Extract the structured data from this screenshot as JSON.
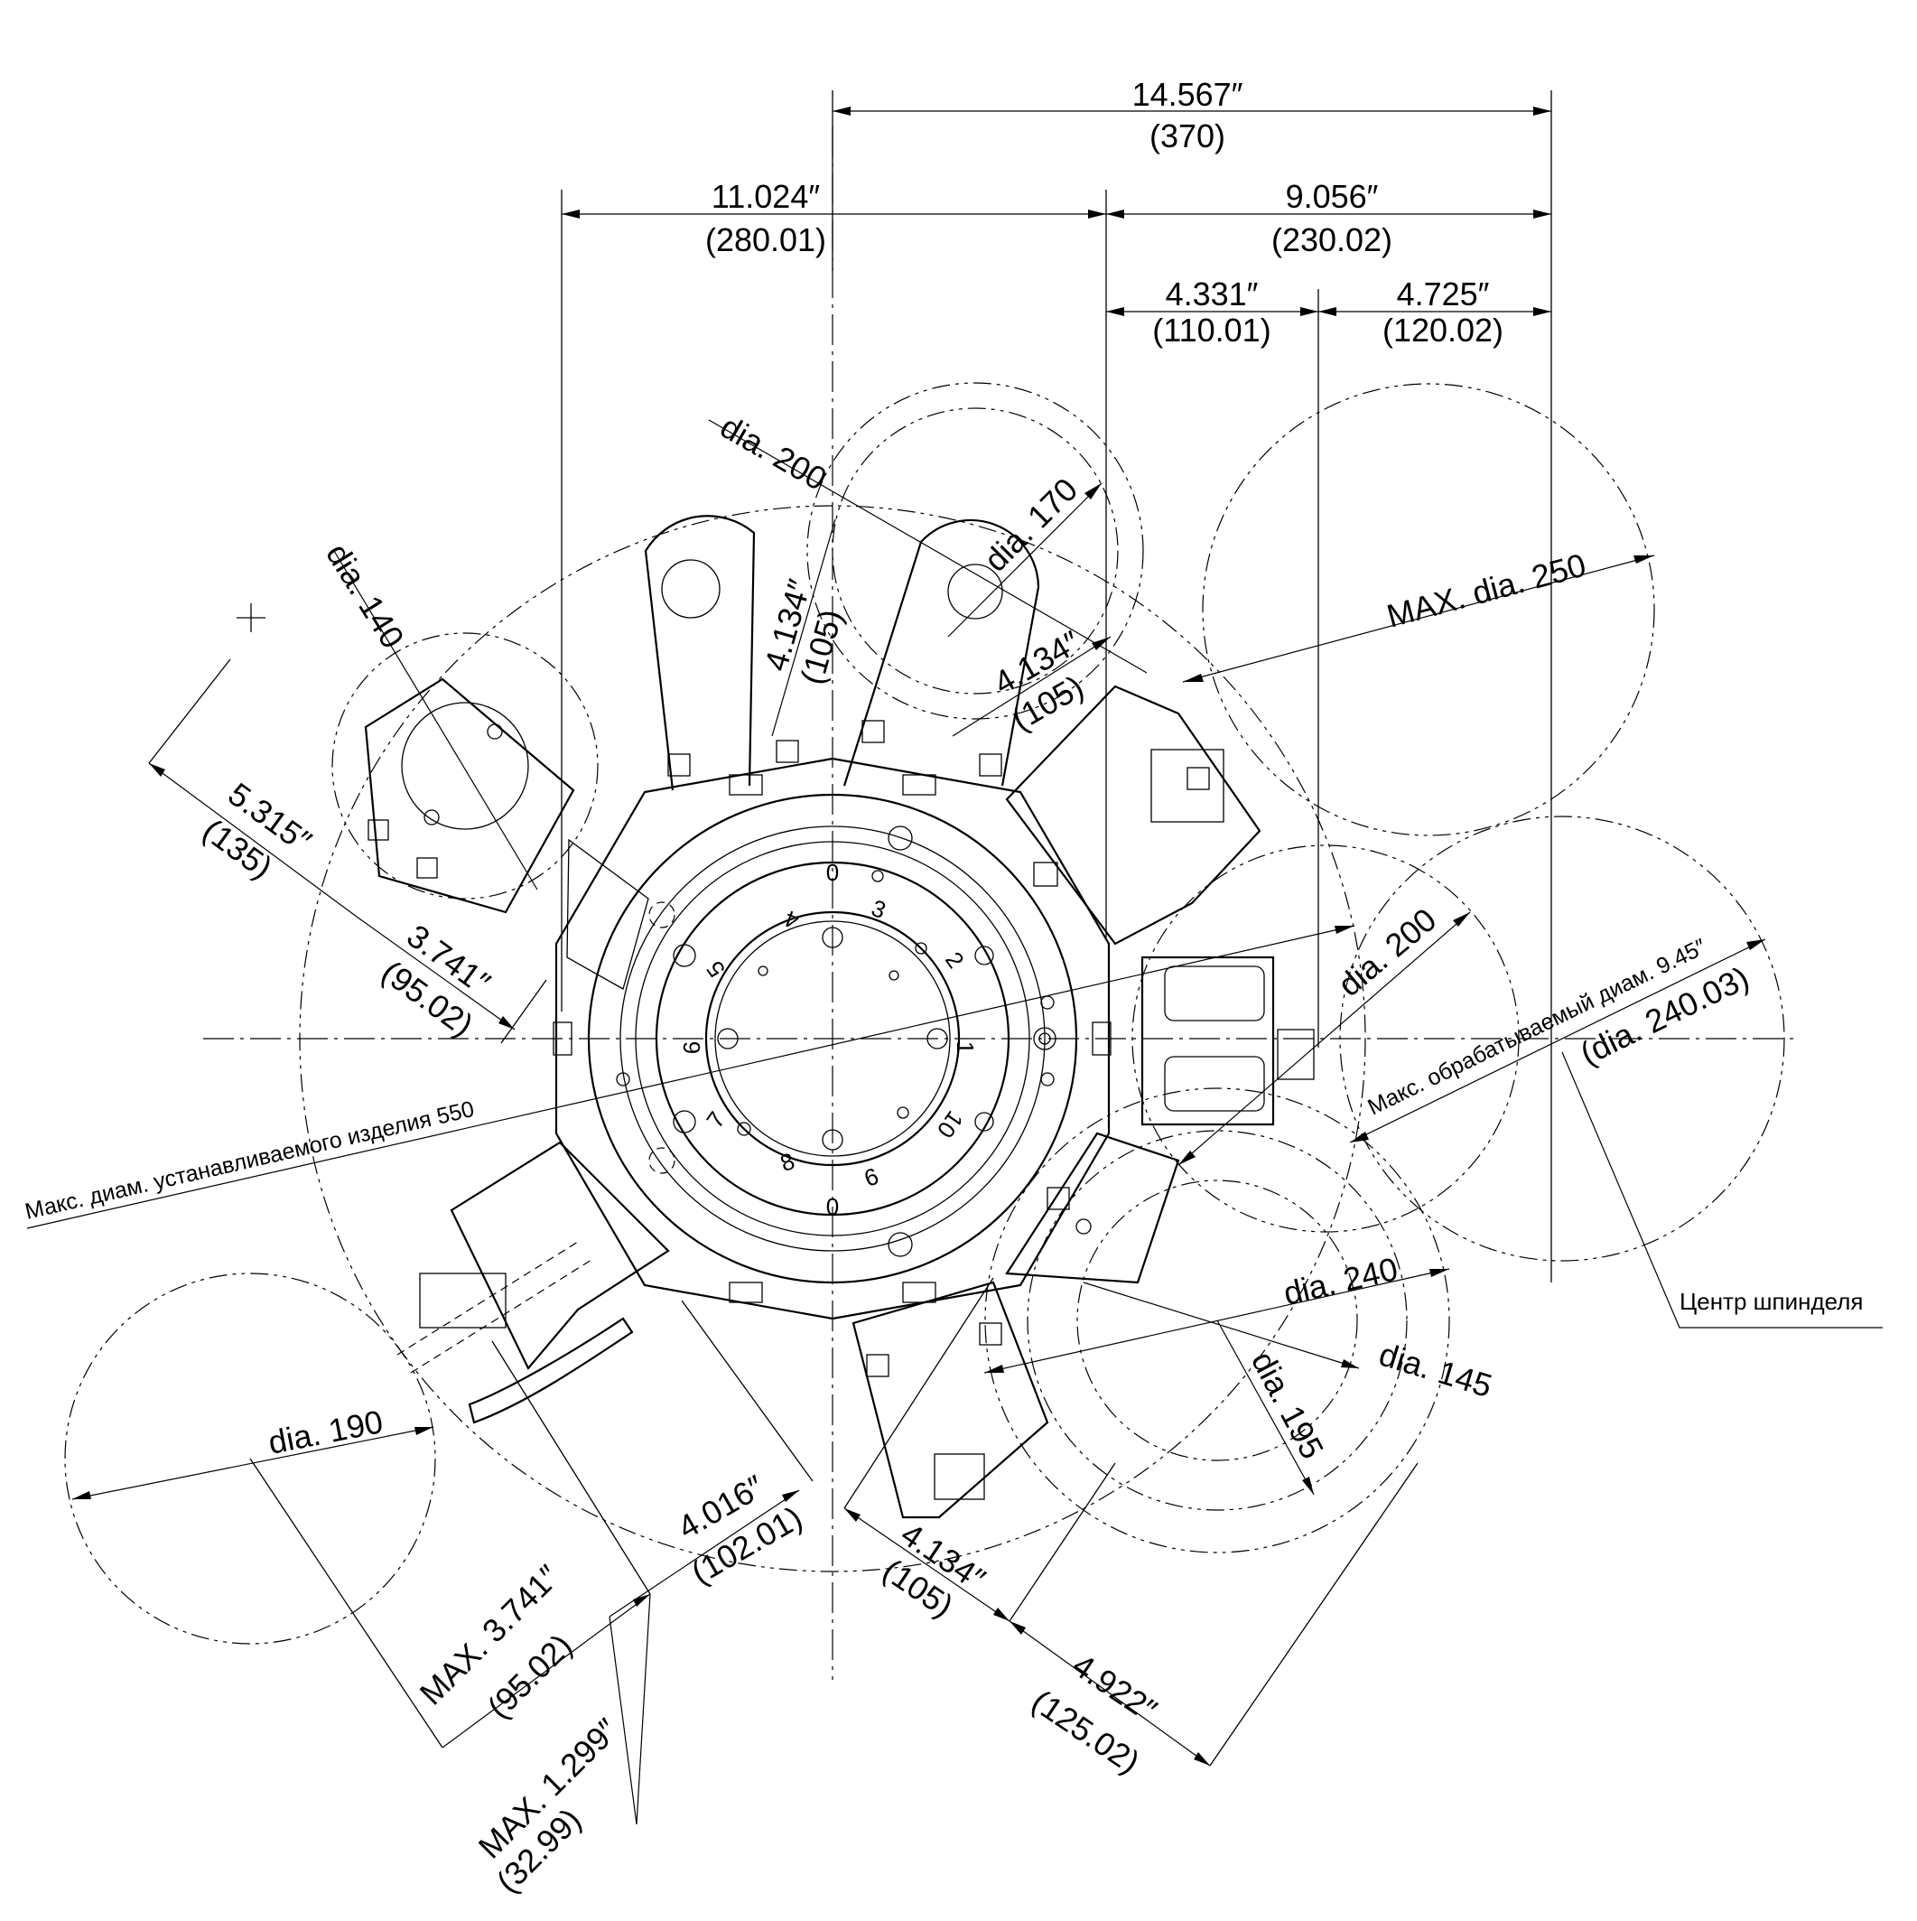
{
  "dimensions": {
    "d14567_in": "14.567″",
    "d14567_mm": "(370)",
    "d11024_in": "11.024″",
    "d11024_mm": "(280.01)",
    "d9056_in": "9.056″",
    "d9056_mm": "(230.02)",
    "d4331_in": "4.331″",
    "d4331_mm": "(110.01)",
    "d4725_in": "4.725″",
    "d4725_mm": "(120.02)",
    "d4134a_in": "4.134″",
    "d4134a_mm": "(105)",
    "d4134b_in": "4.134″",
    "d4134b_mm": "(105)",
    "d4134c_in": "4.134″",
    "d4134c_mm": "(105)",
    "d5315_in": "5.315″",
    "d5315_mm": "(135)",
    "d3741_in": "3.741″",
    "d3741_mm": "(95.02)",
    "d4016_in": "4.016″",
    "d4016_mm": "(102.01)",
    "dmax3741_in": "MAX. 3.741″",
    "dmax3741_mm": "(95.02)",
    "dmax1299_in": "MAX. 1.299″",
    "dmax1299_mm": "(32.99)",
    "d4922_in": "4.922″",
    "d4922_mm": "(125.02)",
    "max_work_in": "Макс. обрабатываемый диам. 9.45″",
    "max_work_mm": "(dia. 240.03)"
  },
  "diameters": {
    "dia200_top": "dia. 200",
    "dia170": "dia. 170",
    "dia140": "dia. 140",
    "dia250": "MAX. dia. 250",
    "dia200_right": "dia. 200",
    "dia240": "dia. 240",
    "dia145": "dia. 145",
    "dia195": "dia. 195",
    "dia190": "dia. 190"
  },
  "notes": {
    "max_install_dia": "Макс. диам. устанавливаемого изделия 550",
    "spindle_center": "Центр шпинделя"
  },
  "station_numbers": [
    "1",
    "2",
    "3",
    "4",
    "5",
    "6",
    "7",
    "8",
    "9",
    "10"
  ],
  "index_marks": [
    "0",
    "0"
  ]
}
